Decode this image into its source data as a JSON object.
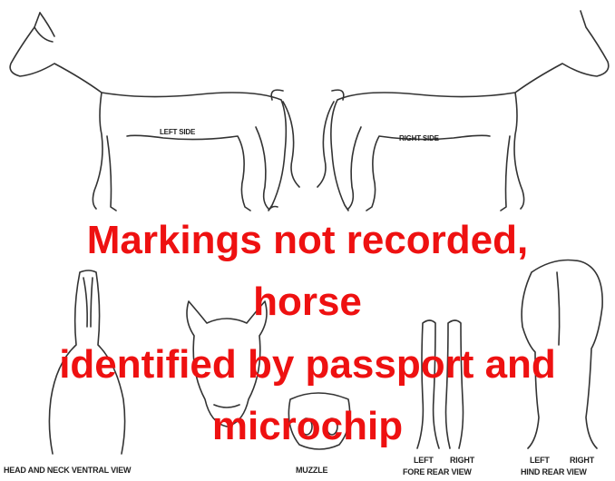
{
  "labels": {
    "left_side": "LEFT SIDE",
    "right_side": "RIGHT SIDE",
    "head_neck": "HEAD AND NECK VENTRAL VIEW",
    "muzzle": "MUZZLE",
    "fore_left": "LEFT",
    "fore_right": "RIGHT",
    "fore_rear": "FORE REAR VIEW",
    "hind_left": "LEFT",
    "hind_right": "RIGHT",
    "hind_rear": "HIND REAR VIEW"
  },
  "overlay": {
    "line1": "Markings not recorded,",
    "line2": "horse",
    "line3": "identified by passport and",
    "line4": "microchip",
    "color": "#ee1111"
  }
}
